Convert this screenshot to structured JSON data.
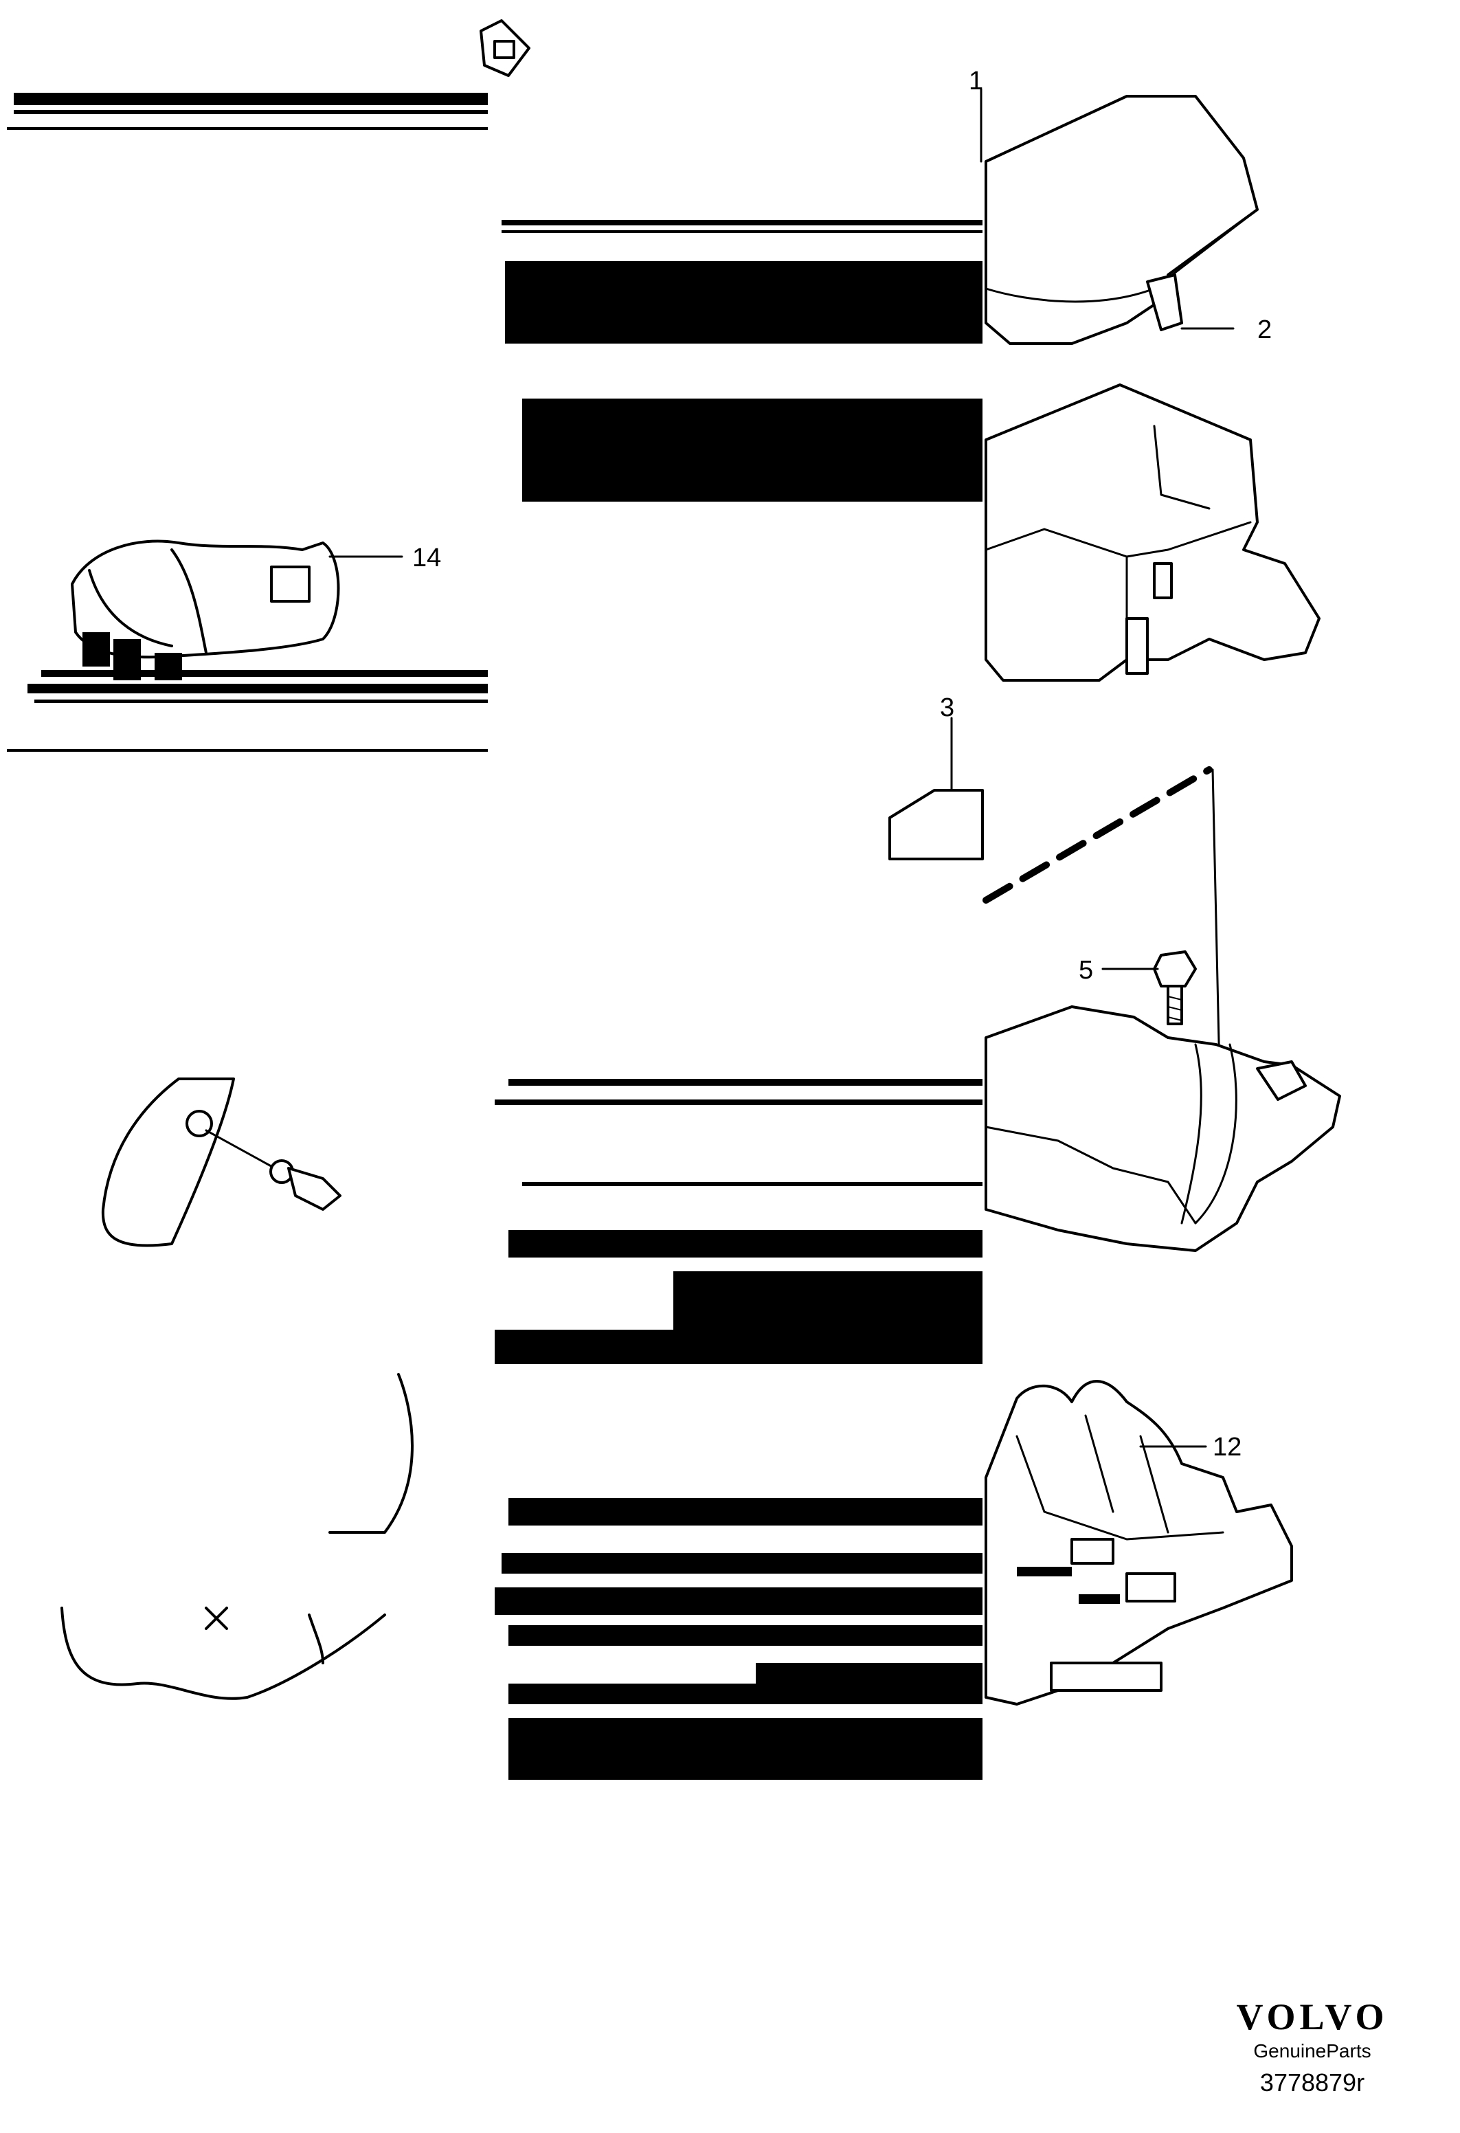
{
  "callouts": [
    {
      "id": "1",
      "label": "1"
    },
    {
      "id": "2",
      "label": "2"
    },
    {
      "id": "3",
      "label": "3"
    },
    {
      "id": "5",
      "label": "5"
    },
    {
      "id": "12",
      "label": "12"
    },
    {
      "id": "14",
      "label": "14"
    }
  ],
  "brand": {
    "logo_text": "VOLVO",
    "subtitle": "GenuineParts",
    "reference": "3778879r"
  }
}
